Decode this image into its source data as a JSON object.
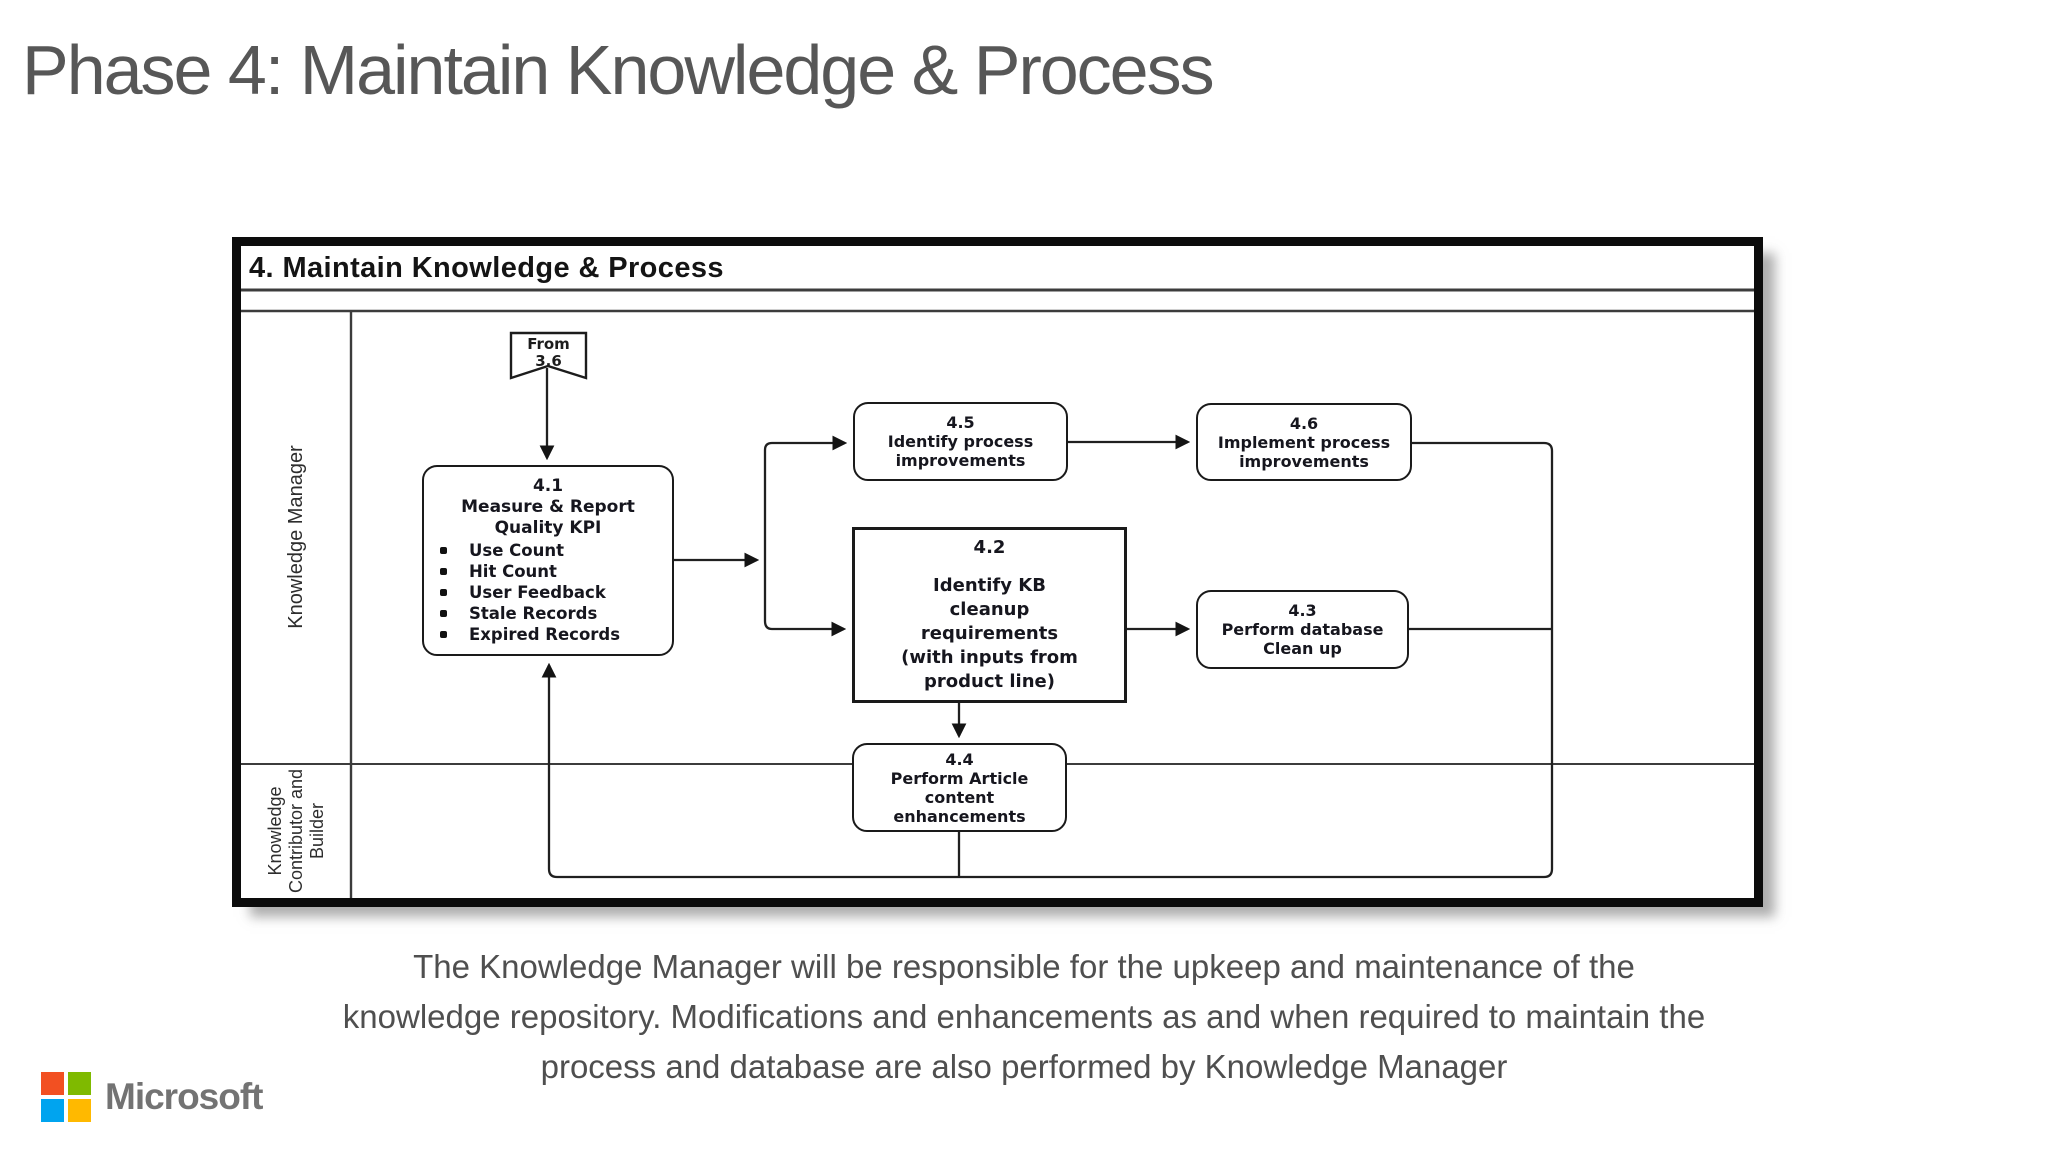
{
  "slide": {
    "title": "Phase 4: Maintain Knowledge & Process",
    "caption": {
      "lines": [
        "The Knowledge Manager will be responsible for the upkeep and maintenance of the",
        "knowledge repository. Modifications and enhancements as and when required to maintain the",
        "process and database are also performed by Knowledge Manager"
      ]
    }
  },
  "diagram": {
    "header": "4. Maintain Knowledge & Process",
    "lanes": [
      {
        "label": "Knowledge Manager"
      },
      {
        "label": "Knowledge\nContributor and\nBuilder"
      }
    ],
    "banner": {
      "label": "From\n3.6"
    },
    "nodes": {
      "n41": {
        "id": "4.1",
        "title": "Measure & Report\nQuality KPI",
        "bullets": [
          "Use Count",
          "Hit Count",
          "User Feedback",
          "Stale Records",
          "Expired Records"
        ]
      },
      "n42": {
        "id": "4.2",
        "label": "Identify KB\ncleanup\nrequirements\n(with inputs from\nproduct line)"
      },
      "n43": {
        "id": "4.3",
        "label": "Perform database\nClean up"
      },
      "n44": {
        "id": "4.4",
        "label": "Perform Article\ncontent\nenhancements"
      },
      "n45": {
        "id": "4.5",
        "label": "Identify process\nimprovements"
      },
      "n46": {
        "id": "4.6",
        "label": "Implement process\nimprovements"
      }
    }
  },
  "footer": {
    "brand": "Microsoft",
    "logo_colors": {
      "red": "#F25022",
      "green": "#7FBA00",
      "blue": "#00A4EF",
      "yellow": "#FFB900"
    }
  }
}
